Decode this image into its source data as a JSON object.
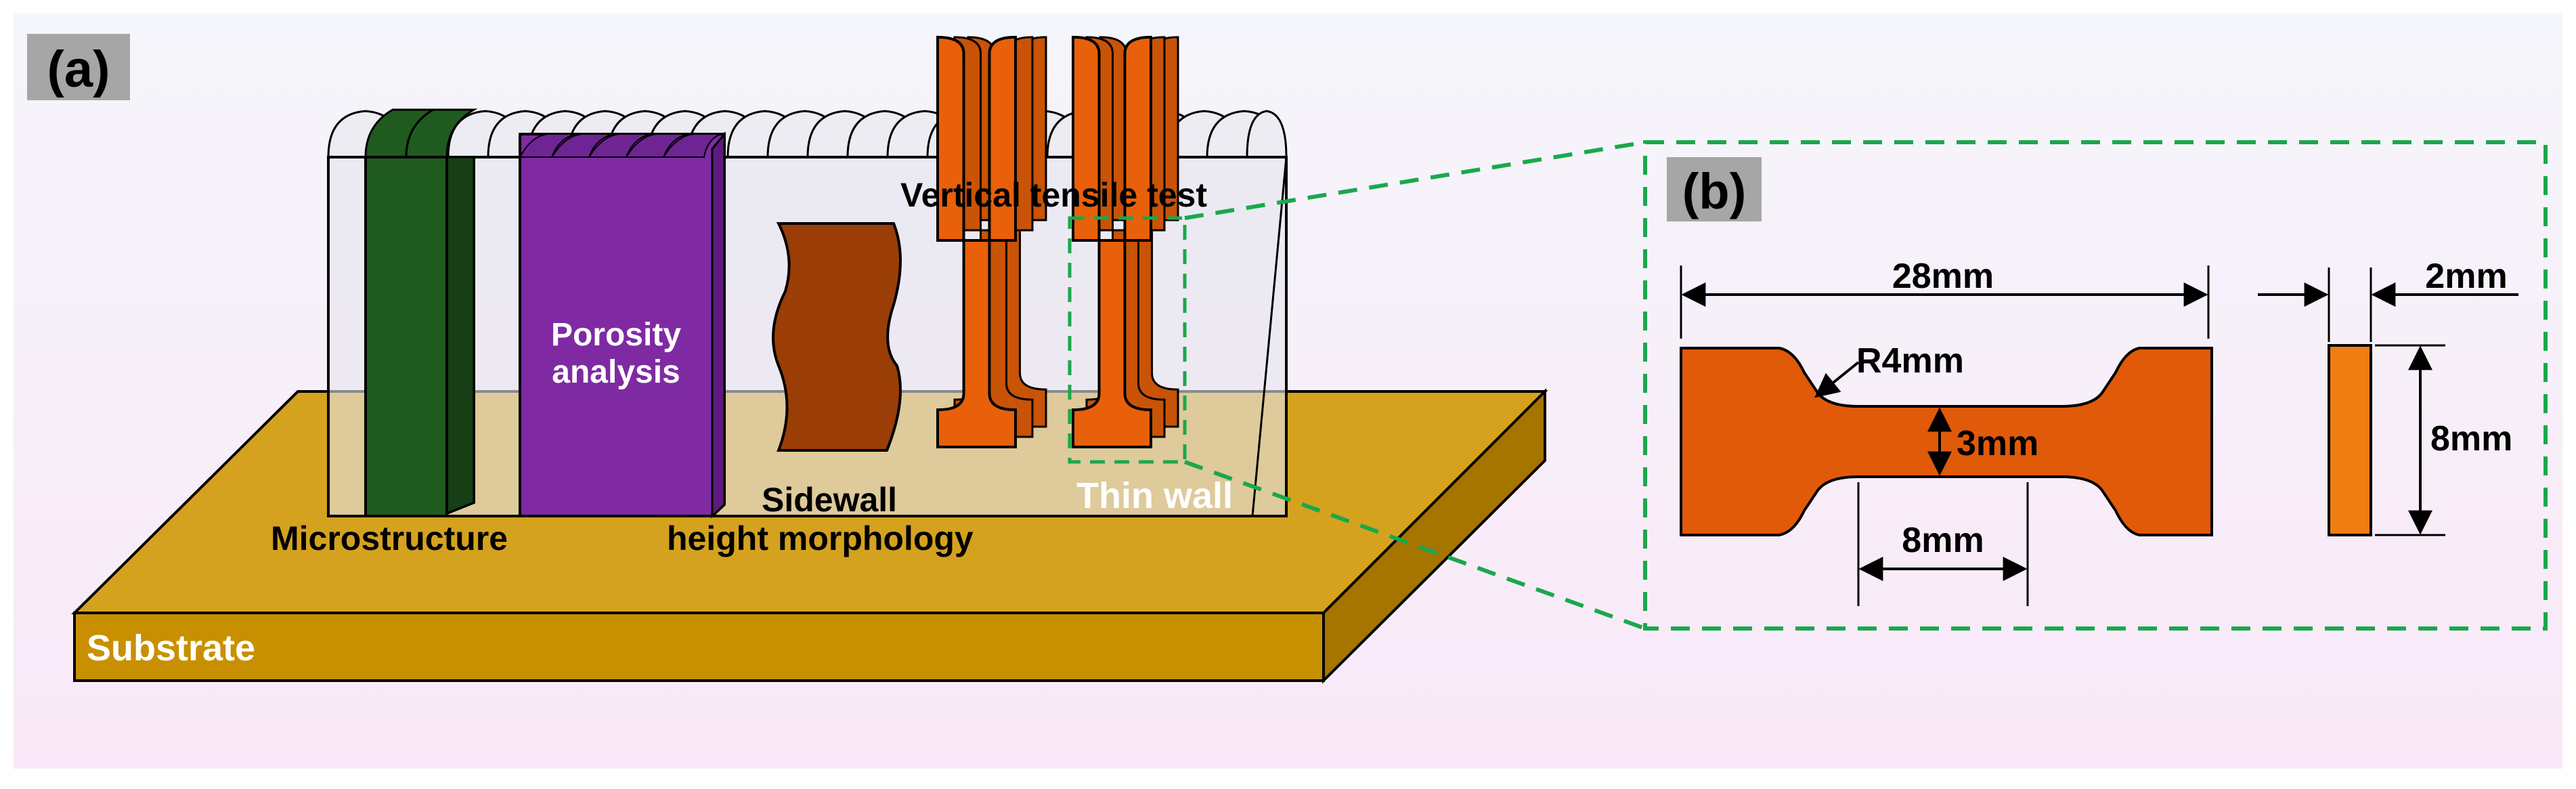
{
  "panel_a": {
    "label": "(a)",
    "substrate_label": "Substrate",
    "microstructure_label": "Microstructure",
    "porosity_label_line1": "Porosity",
    "porosity_label_line2": "analysis",
    "sidewall_label_line1": "Sidewall",
    "sidewall_label_line2": "height morphology",
    "tensile_label": "Vertical tensile test",
    "thin_wall_label": "Thin wall"
  },
  "panel_b": {
    "label": "(b)",
    "length_label": "28mm",
    "radius_label": "R4mm",
    "gauge_width_label": "3mm",
    "gauge_length_label": "8mm",
    "thickness_label": "2mm",
    "height_label": "8mm"
  },
  "colors": {
    "background_top": "#f5f6fb",
    "background_bottom": "#f9e8f7",
    "label_box": "#a6a6a6",
    "substrate_top": "#d4a21f",
    "substrate_front": "#c89000",
    "substrate_side": "#a67500",
    "microstructure": "#1f5a1f",
    "porosity": "#7f2aa3",
    "sidewall": "#9a3d06",
    "specimen": "#e8600a",
    "specimen_b": "#e05a0a",
    "specimen_side": "#ee7d12",
    "zoom_box": "#1aa84c",
    "thin_wall_text": "#ffffff"
  }
}
